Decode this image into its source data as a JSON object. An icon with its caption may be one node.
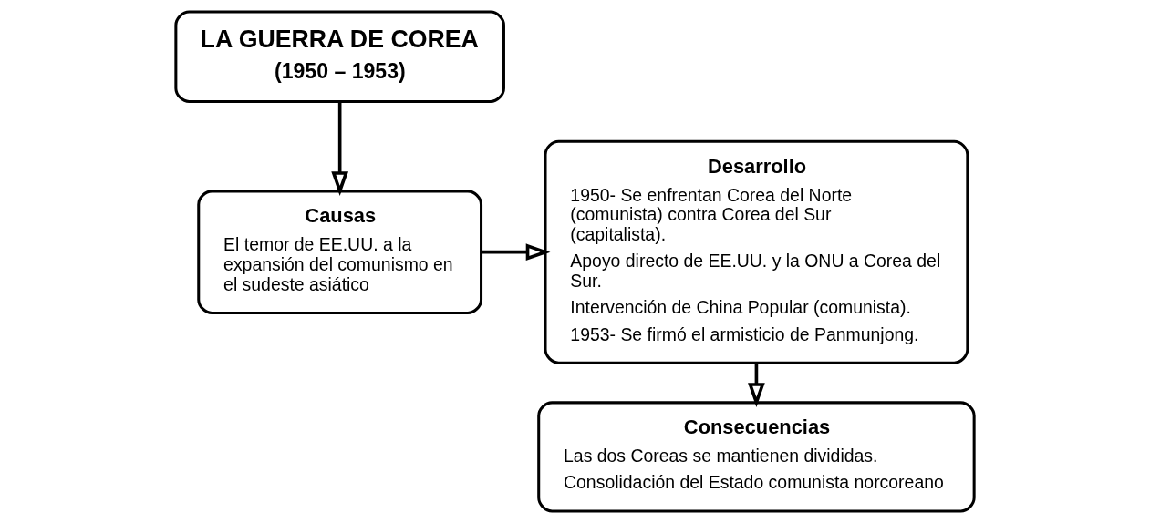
{
  "diagram": {
    "nodes": [
      {
        "text": [
          "LA GUERRA DE COREA",
          "(1950 – 1953)"
        ]
      },
      {
        "text": [
          "Causas",
          "El temor de EE.UU. a la expansión del comunismo en el sudeste asiático"
        ]
      },
      {
        "text": [
          "Desarrollo",
          "1950- Se enfrentan Corea del Norte (comunista) contra Corea del Sur (capitalista).",
          "Apoyo directo de EE.UU. y la ONU a Corea del Sur.",
          "Intervención de China Popular (comunista).",
          "1953- Se firmó el armisticio de Panmunjong."
        ]
      },
      {
        "text": [
          "Consecuencias",
          "Las dos Coreas se mantienen divididas.",
          "Consolidación del Estado comunista norcoreano"
        ]
      }
    ],
    "edges": [
      {
        "from": 0,
        "to": 1,
        "arrow": "to"
      },
      {
        "from": 1,
        "to": 2,
        "arrow": "to"
      },
      {
        "from": 2,
        "to": 3,
        "arrow": "to"
      }
    ]
  }
}
